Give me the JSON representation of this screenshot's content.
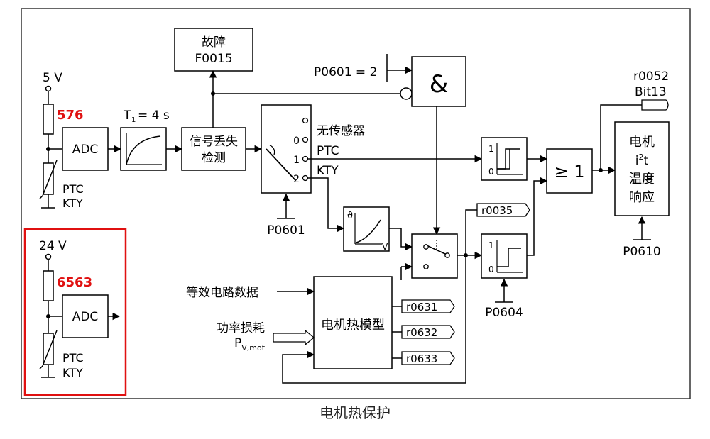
{
  "caption": "电机热保护",
  "sensor1": {
    "supply": "5 V",
    "param": "576",
    "adc": "ADC",
    "ptc": "PTC",
    "kty": "KTY"
  },
  "sensor2": {
    "supply": "24 V",
    "param": "6563",
    "adc": "ADC",
    "ptc": "PTC",
    "kty": "KTY"
  },
  "filter": {
    "t_label": "T",
    "t_sub": "1",
    "t_value": "= 4 s"
  },
  "fault": {
    "line1": "故障",
    "line2": "F0015"
  },
  "signal_loss": {
    "line1": "信号丢失",
    "line2": "检测"
  },
  "selector": {
    "opt0_num": "0",
    "opt0": "无传感器",
    "opt1_num": "1",
    "opt1": "PTC",
    "opt2_num": "2",
    "opt2": "KTY",
    "param": "P0601"
  },
  "and_gate": {
    "cond": "P0601 = 2",
    "symbol": "&"
  },
  "or_gate": {
    "symbol": "≥ 1"
  },
  "hyst1": {
    "one": "1",
    "zero": "0"
  },
  "hyst2": {
    "one": "1",
    "zero": "0",
    "param": "P0604"
  },
  "kty_curve": {
    "theta": "ϑ",
    "v": "V"
  },
  "outputs": {
    "r0035": "r0035",
    "r0631": "r0631",
    "r0632": "r0632",
    "r0633": "r0633",
    "r0052": "r0052",
    "bit13": "Bit13"
  },
  "motor_response": {
    "line1": "电机",
    "line2": "i",
    "line2_sup": "2",
    "line2_end": "t",
    "line3": "温度",
    "line4": "响应",
    "param": "P0610"
  },
  "thermal_model": {
    "title": "电机热模型",
    "input1": "等效电路数据",
    "input2": "功率损耗",
    "input3": "P",
    "input3_sub": "V,mot"
  }
}
